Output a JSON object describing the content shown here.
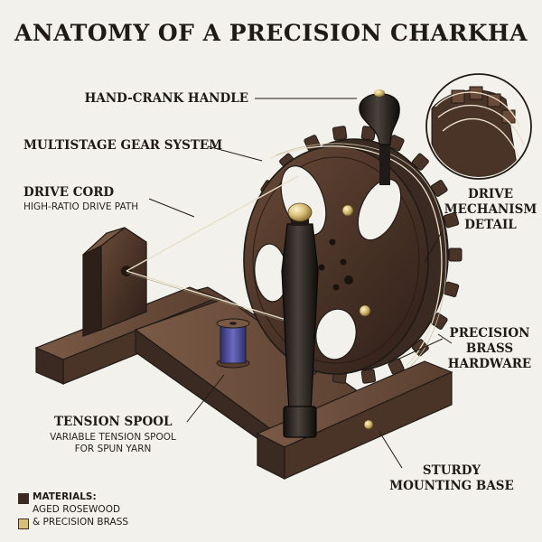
{
  "title": "ANATOMY OF A PRECISION CHARKHA",
  "labels": {
    "hand_crank": "HAND-CRANK HANDLE",
    "gear_system": "MULTISTAGE GEAR SYSTEM",
    "drive_cord": "DRIVE CORD",
    "drive_cord_sub": "HIGH-RATIO DRIVE PATH",
    "drive_mechanism_1": "DRIVE",
    "drive_mechanism_2": "MECHANISM",
    "drive_mechanism_3": "DETAIL",
    "brass_1": "PRECISION",
    "brass_2": "BRASS",
    "brass_3": "HARDWARE",
    "tension_spool": "TENSION SPOOL",
    "tension_spool_sub_1": "VARIABLE TENSION SPOOL",
    "tension_spool_sub_2": "FOR SPUN YARN",
    "base_1": "STURDY",
    "base_2": "MOUNTING BASE"
  },
  "legend": {
    "heading": "MATERIALS:",
    "rosewood": "AGED ROSEWOOD",
    "brass": "& PRECISION BRASS"
  },
  "colors": {
    "rosewood": "#3a2a22",
    "brass": "#d9c07a",
    "yarn": "#4a4a9a",
    "ink": "#1f1a16"
  }
}
